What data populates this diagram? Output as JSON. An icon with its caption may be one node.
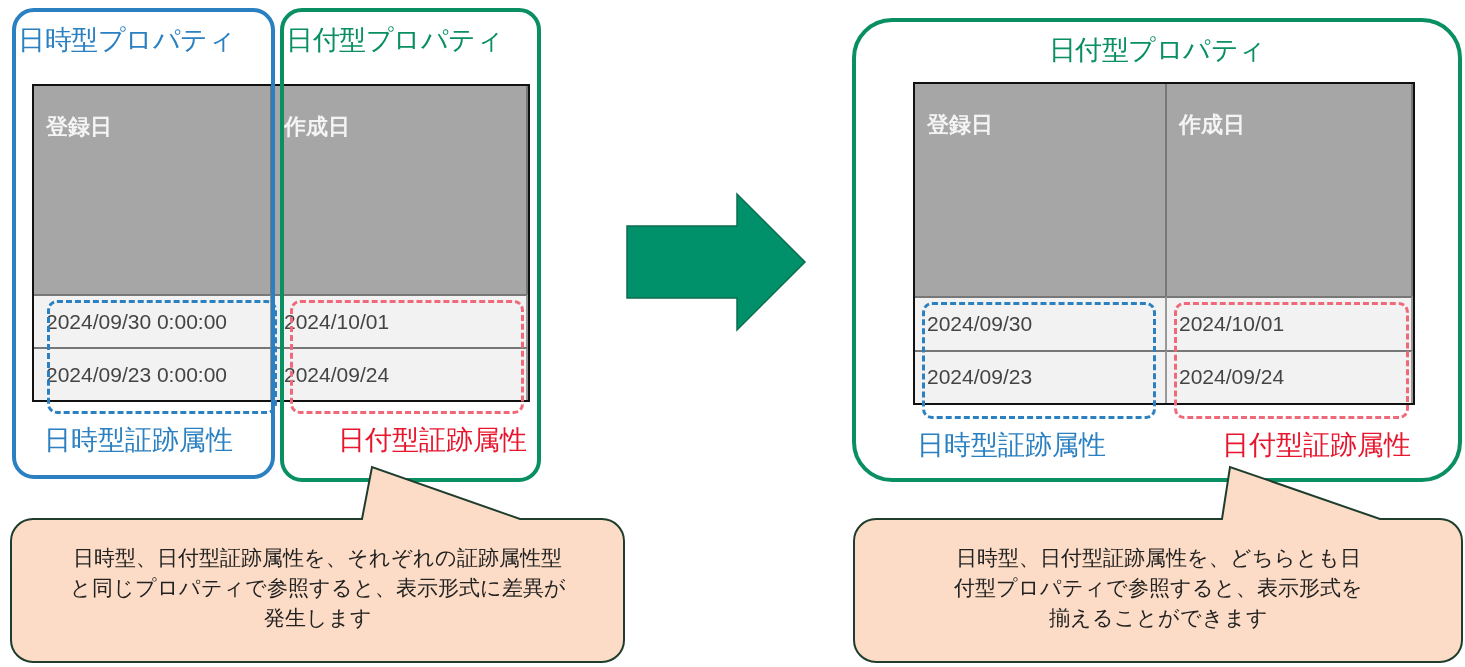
{
  "diagram": {
    "nodes": [
      {
        "text": [
          "日時型プロパティ"
        ]
      },
      {
        "text": [
          "日付型プロパティ"
        ]
      },
      {
        "text": [
          "日時型証跡属性"
        ],
        "in": 0
      },
      {
        "text": [
          "日付型証跡属性"
        ],
        "in": 1
      },
      {
        "text": [
          "日時型、日付型証跡属性を、それぞれの証跡属性型と同じプロパティで参照すると、表示形式に差異が発生します"
        ]
      },
      {
        "text": [
          "日付型プロパティ"
        ]
      },
      {
        "text": [
          "日時型証跡属性"
        ],
        "in": 5
      },
      {
        "text": [
          "日付型証跡属性"
        ],
        "in": 5
      },
      {
        "text": [
          "日時型、日付型証跡属性を、どちらとも日付型プロパティで参照すると、表示形式を揃えることができます"
        ]
      }
    ],
    "edges": [
      {
        "from": 1,
        "to": 5,
        "arrow": "to",
        "style": "thick"
      }
    ],
    "labels": [
      "登録日",
      "作成日",
      "2024/09/30 0:00:00",
      "2024/10/01",
      "2024/09/23 0:00:00",
      "2024/09/24",
      "登録日",
      "作成日",
      "2024/09/30",
      "2024/10/01",
      "2024/09/23",
      "2024/09/24"
    ]
  }
}
